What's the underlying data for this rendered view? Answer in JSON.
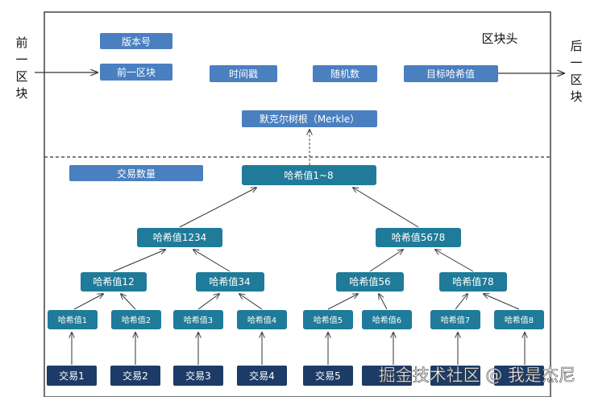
{
  "side_labels": {
    "previous_block": [
      "前",
      "一",
      "区",
      "块"
    ],
    "next_block": [
      "后",
      "一",
      "区",
      "块"
    ]
  },
  "header": {
    "title": "区块头",
    "version": "版本号",
    "prev_block": "前一区块",
    "timestamp": "时间戳",
    "nonce": "随机数",
    "target_hash": "目标哈希值",
    "merkle_root": "默克尔树根（Merkle）"
  },
  "body": {
    "tx_count": "交易数量",
    "root": "哈希值1~8",
    "level2": [
      "哈希值1234",
      "哈希值5678"
    ],
    "level3": [
      "哈希值12",
      "哈希值34",
      "哈希值56",
      "哈希值78"
    ],
    "level4": [
      "哈希值1",
      "哈希值2",
      "哈希值3",
      "哈希值4",
      "哈希值5",
      "哈希值6",
      "哈希值7",
      "哈希值8"
    ],
    "transactions": [
      "交易1",
      "交易2",
      "交易3",
      "交易4",
      "交易5"
    ]
  },
  "watermark": "掘金技术社区 @ 我是杰尼",
  "colors": {
    "light_box": "#4a7fc0",
    "teal_box": "#1f7b99",
    "tx_box": "#1c3b67",
    "arrow": "#333333"
  }
}
